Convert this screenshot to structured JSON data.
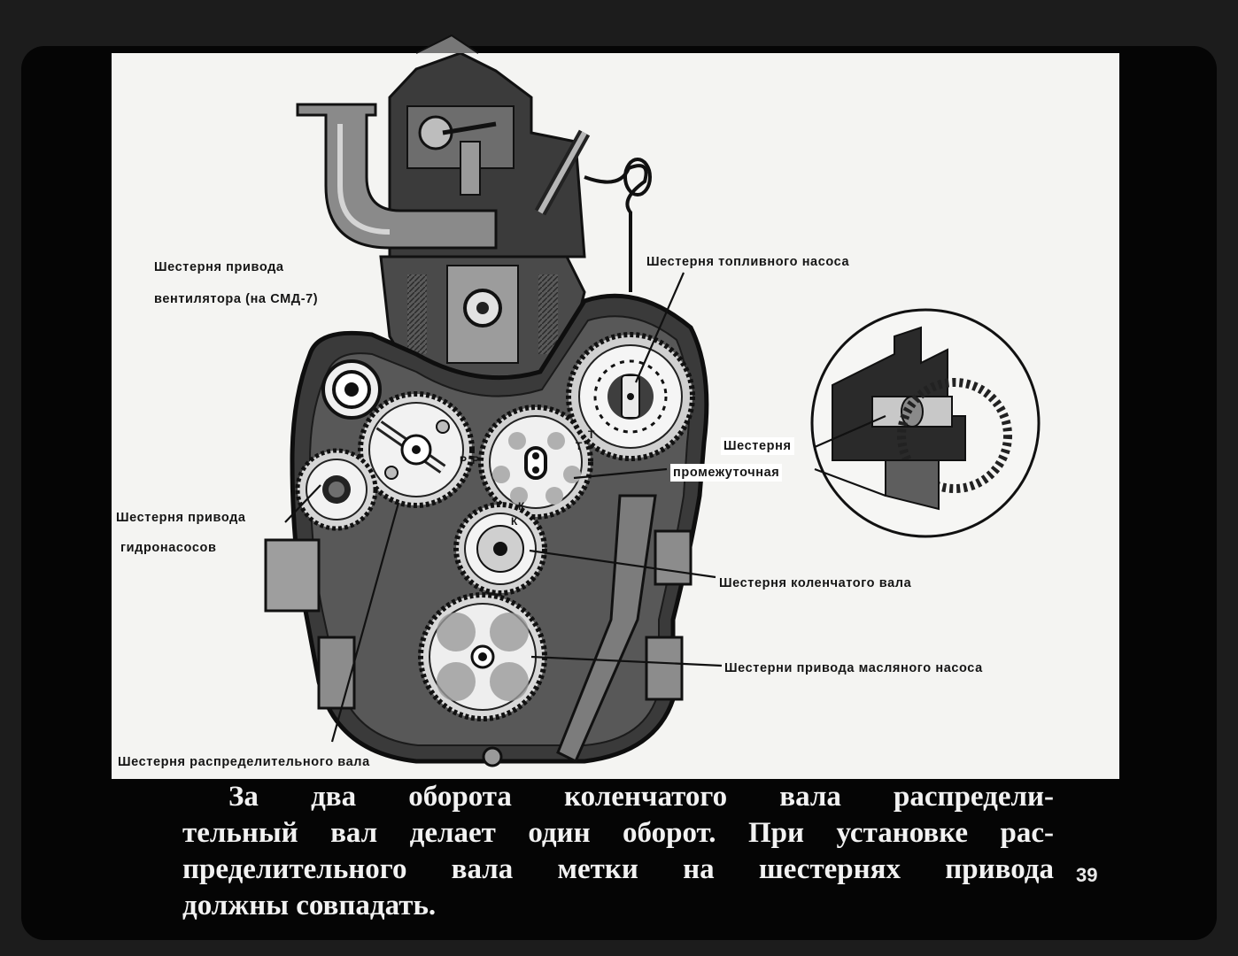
{
  "labels": {
    "fan_drive_gear_line1": "Шестерня привода",
    "fan_drive_gear_line2": "вентилятора (на СМД-7)",
    "fuel_pump_gear": "Шестерня топливного насоса",
    "idler_gear_line1": "Шестерня",
    "idler_gear_line2": "промежуточная",
    "hydraulic_pump_gear_line1": "Шестерня привода",
    "hydraulic_pump_gear_line2": "гидронасосов",
    "crankshaft_gear": "Шестерня коленчатого вала",
    "oil_pump_gears": "Шестерни привода масляного насоса",
    "camshaft_gear": "Шестерня распределительного вала"
  },
  "gear_marks": {
    "r1": "Р",
    "r2": "Р",
    "t1": "Т",
    "t2": "Т",
    "k1": "К",
    "k2": "К"
  },
  "caption": {
    "line1": "За два оборота коленчатого вала распредели-",
    "line2": "тельный вал делает один оборот. При установке рас-",
    "line3": "пределительного вала метки на шестернях привода",
    "line4": "должны совпадать."
  },
  "page_number": "39"
}
